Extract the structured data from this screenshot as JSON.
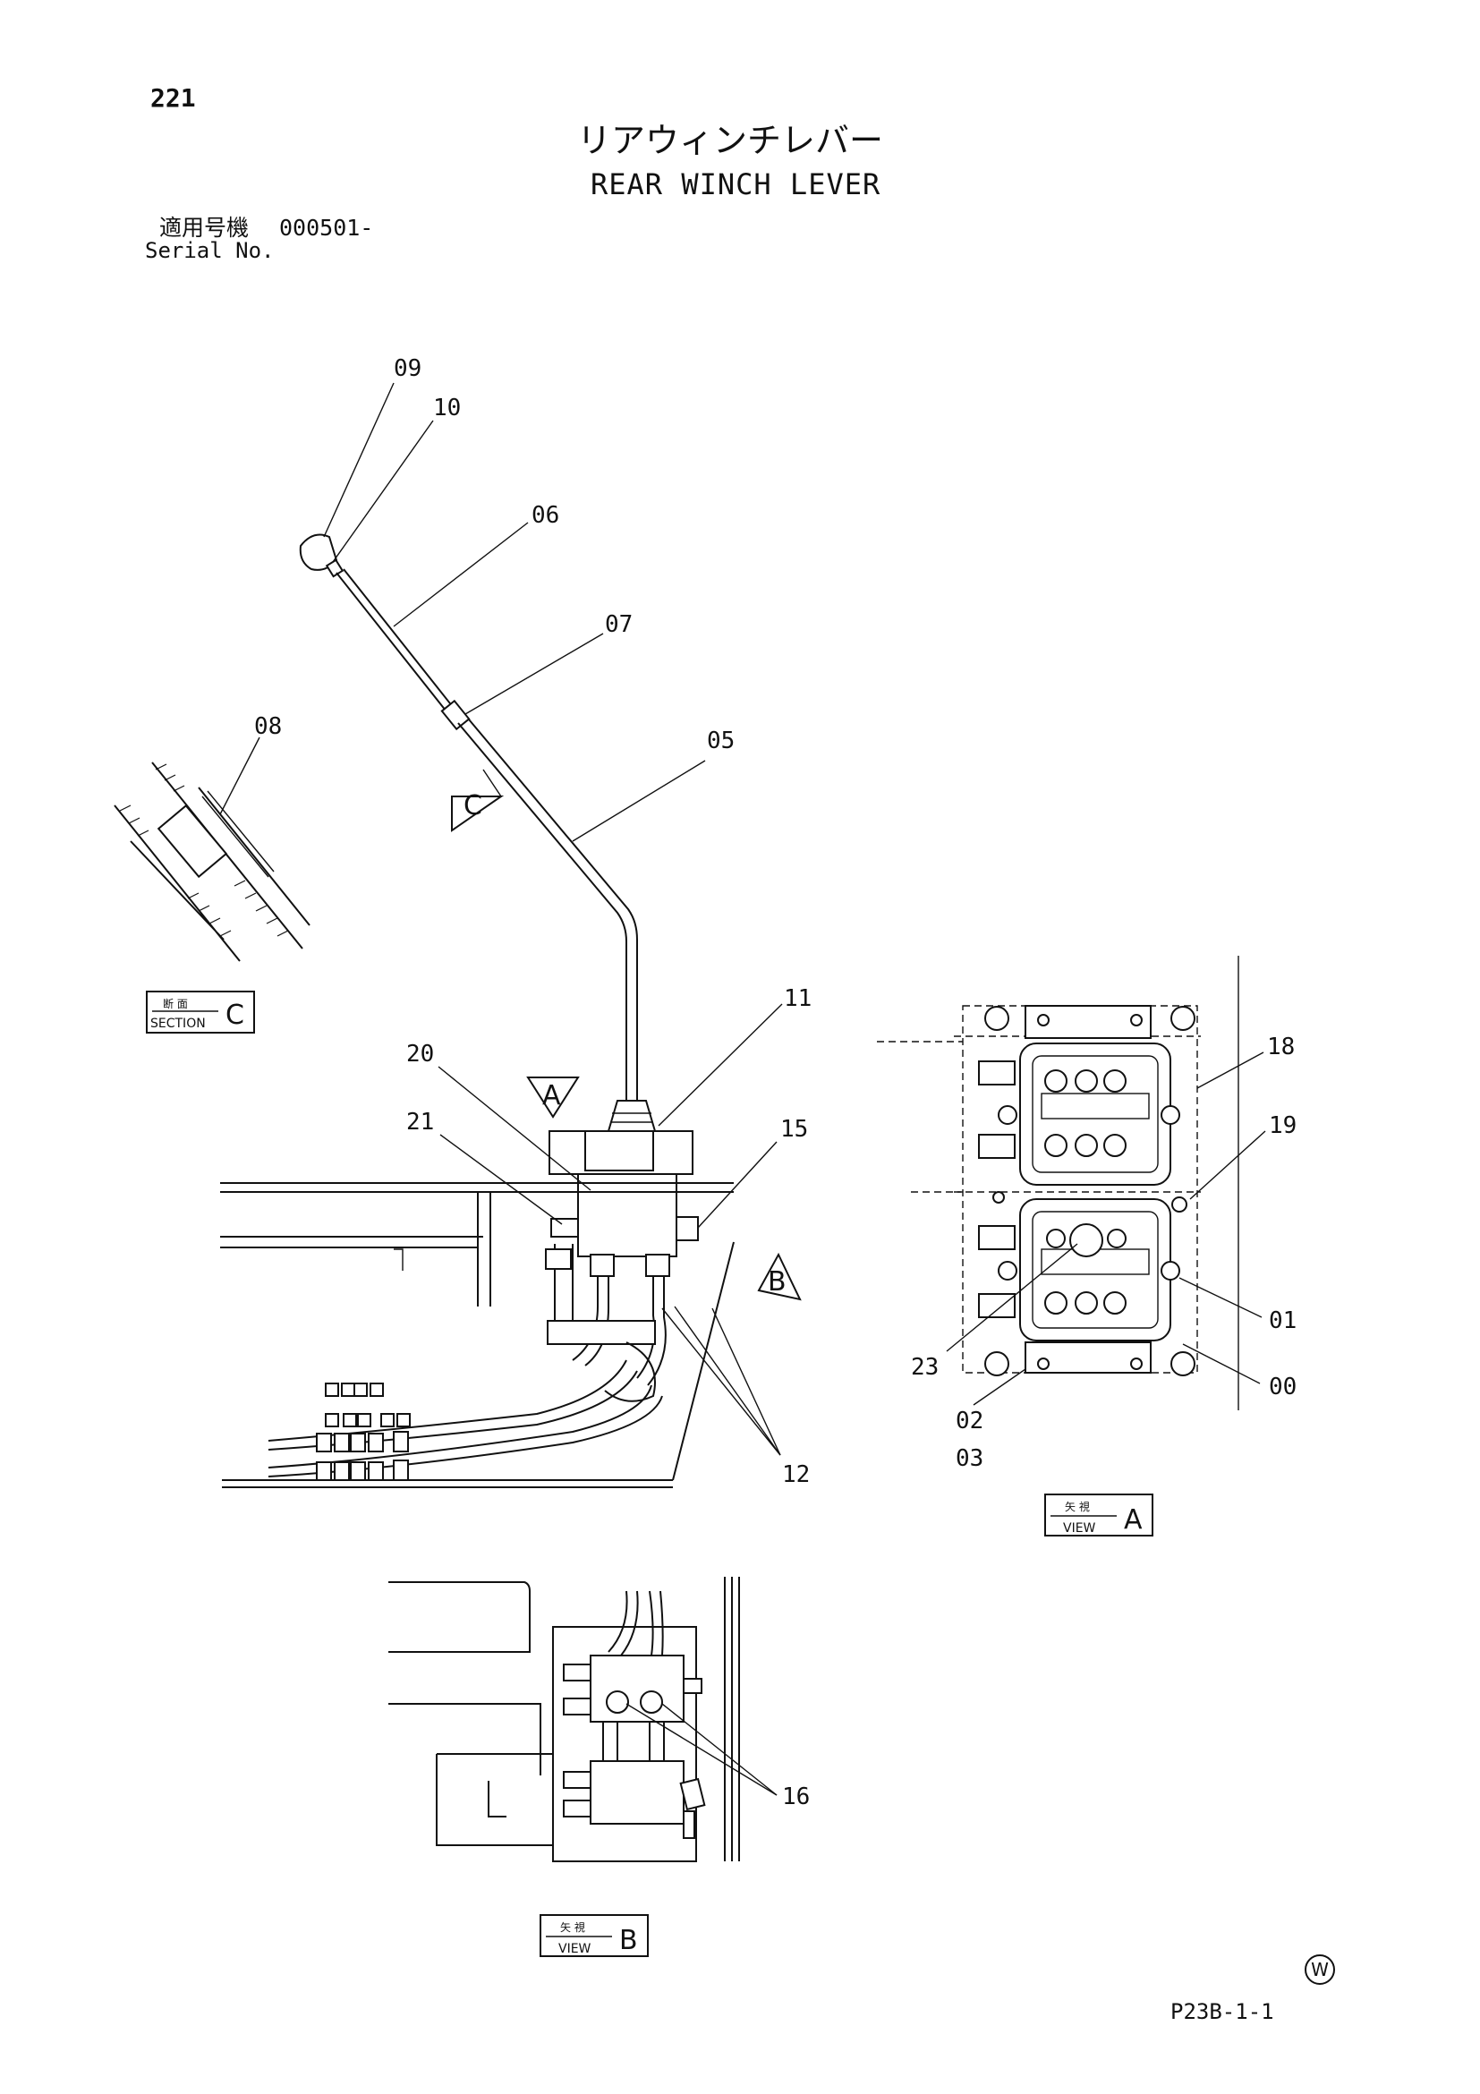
{
  "page": {
    "number": "221",
    "title_jp": "リアウィンチレバー",
    "title_en": "REAR WINCH LEVER",
    "serial_label_jp": "適用号機",
    "serial_value": "000501-",
    "serial_label_en": "Serial No.",
    "footer_code": "P23B-1-1",
    "footer_mark": "W"
  },
  "callouts": {
    "c09": "09",
    "c10": "10",
    "c06": "06",
    "c07": "07",
    "c08": "08",
    "c05": "05",
    "c11": "11",
    "c20": "20",
    "c21": "21",
    "c15": "15",
    "c12": "12",
    "c18": "18",
    "c19": "19",
    "c01": "01",
    "c23": "23",
    "c00": "00",
    "c02": "02",
    "c03": "03",
    "c16": "16"
  },
  "view_markers": {
    "arrow_a": "A",
    "arrow_b": "B",
    "arrow_c": "C"
  },
  "view_labels": {
    "section_c": {
      "top": "断 面",
      "bottom": "SECTION",
      "letter": "C"
    },
    "view_a": {
      "top": "矢 視",
      "bottom": "VIEW",
      "letter": "A"
    },
    "view_b": {
      "top": "矢 視",
      "bottom": "VIEW",
      "letter": "B"
    }
  }
}
